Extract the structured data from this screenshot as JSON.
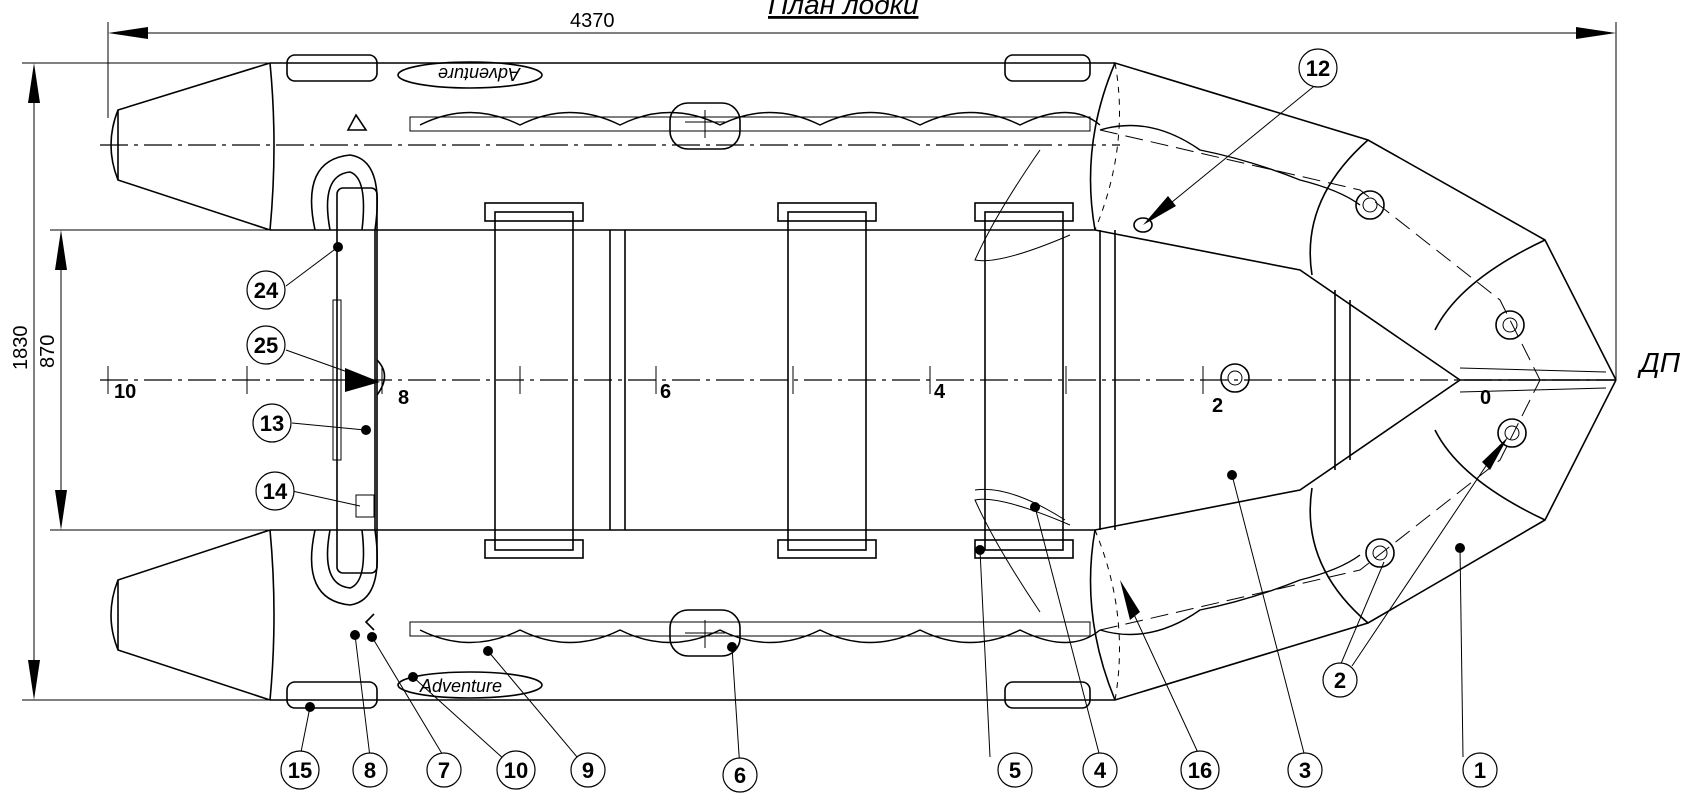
{
  "title": "План лодки",
  "dimensions": {
    "length": "4370",
    "width": "1830",
    "inner_width": "870"
  },
  "centerline_label": "ДП",
  "stations": [
    "10",
    "8",
    "6",
    "4",
    "2",
    "0"
  ],
  "brand": "Adventure",
  "callouts": [
    "1",
    "2",
    "3",
    "4",
    "5",
    "6",
    "7",
    "8",
    "9",
    "10",
    "12",
    "13",
    "14",
    "15",
    "16",
    "24",
    "25"
  ]
}
